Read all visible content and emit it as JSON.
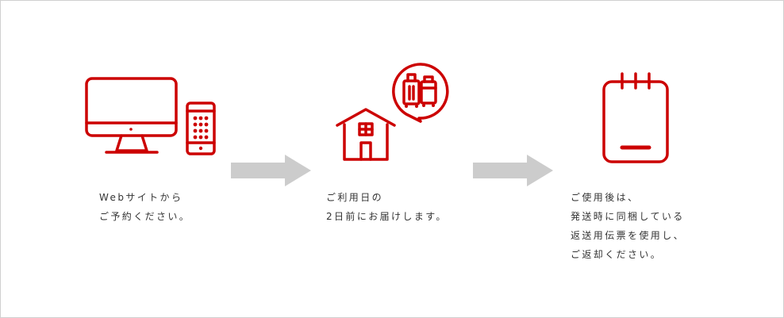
{
  "colors": {
    "accent": "#cc0000",
    "arrow": "#cccccc",
    "text": "#333333",
    "border": "#d0d0d0"
  },
  "steps": [
    {
      "icon": "computer-and-smartphone-icon",
      "lines": [
        "Webサイトから",
        "ご予約ください。"
      ]
    },
    {
      "icon": "house-with-luggage-icon",
      "lines": [
        "ご利用日の",
        "2日前にお届けします。"
      ]
    },
    {
      "icon": "notepad-icon",
      "lines": [
        "ご使用後は、",
        "発送時に同梱している",
        "返送用伝票を使用し、",
        "ご返却ください。"
      ]
    }
  ],
  "arrows": [
    "arrow-right-icon",
    "arrow-right-icon"
  ]
}
